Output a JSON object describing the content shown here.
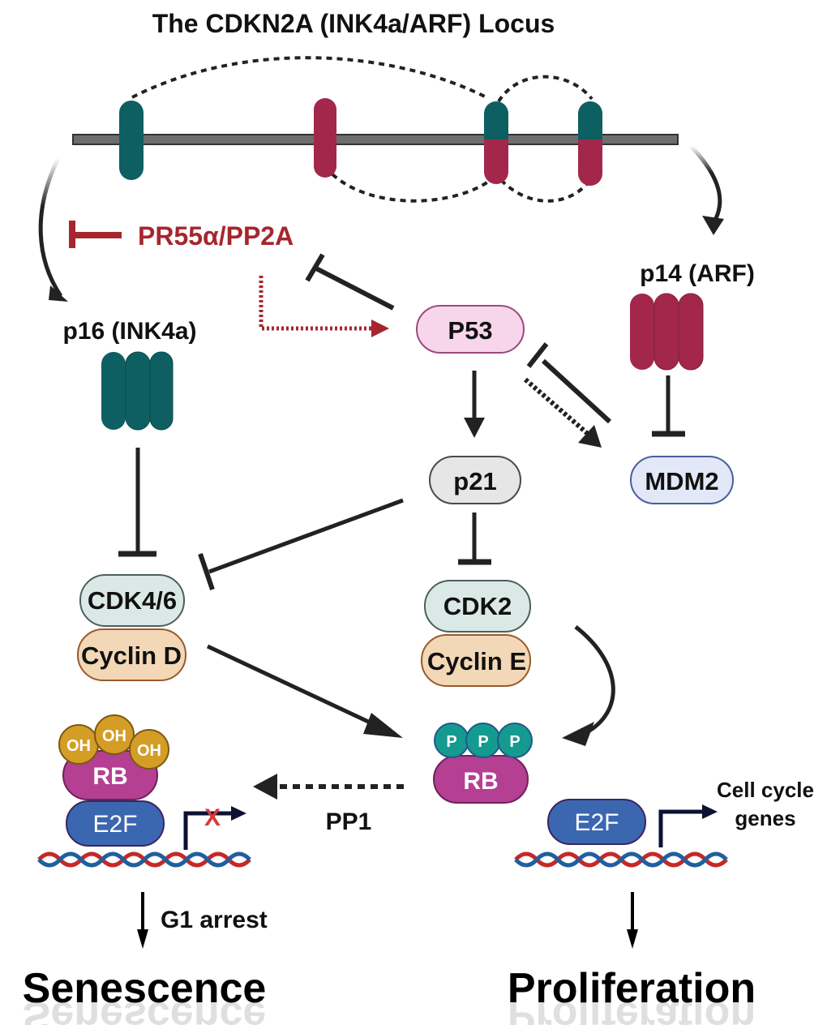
{
  "title": "The CDKN2A (INK4a/ARF) Locus",
  "colors": {
    "ink4a_teal": "#0e5f62",
    "arf_crimson": "#a3274b",
    "pr55_red": "#a6262e",
    "p53_fill": "#f7d6ec",
    "p21_fill": "#e6e6e6",
    "mdm2_fill": "#e2e8f8",
    "cdk_fill": "#dbe9e6",
    "cyclin_fill": "#f2d8b6",
    "rb_fill": "#b43f93",
    "e2f_fill": "#3b67b0",
    "oh_fill": "#d49d25",
    "p_fill": "#159a8f"
  },
  "nodes": {
    "pr55": "PR55α/PP2A",
    "p16": "p16 (INK4a)",
    "p14": "p14 (ARF)",
    "p53": "P53",
    "p21": "p21",
    "mdm2": "MDM2",
    "cdk46": "CDK4/6",
    "cyclin_d": "Cyclin D",
    "cdk2": "CDK2",
    "cyclin_e": "Cyclin E",
    "rb_left": "RB",
    "rb_right": "RB",
    "e2f_left": "E2F",
    "e2f_right": "E2F",
    "oh": "OH",
    "p": "P",
    "pp1": "PP1",
    "cell_cycle_genes_line1": "Cell cycle",
    "cell_cycle_genes_line2": "genes",
    "g1_arrest": "G1 arrest",
    "block_mark": "X"
  },
  "outcomes": {
    "left": "Senescence",
    "right": "Proliferation"
  }
}
